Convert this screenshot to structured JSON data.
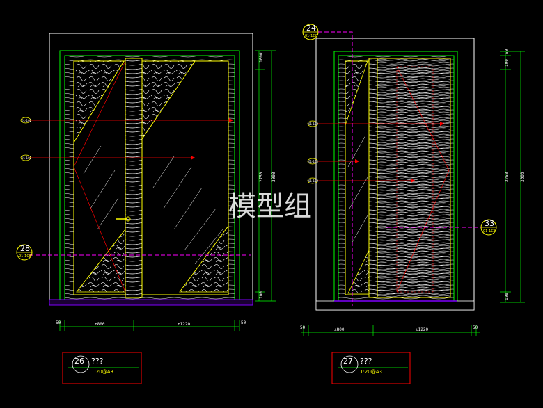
{
  "colors": {
    "background": "#000000",
    "outline": "#ffffff",
    "frame": "#00ff00",
    "panel": "#ffff00",
    "leader": "#ff0000",
    "section_line": "#ff00ff",
    "floor": "#8000ff"
  },
  "watermark": "模型组",
  "left_elevation": {
    "top_dims": [
      "1000",
      "3000",
      "2750"
    ],
    "bottom_dims": [
      "50",
      "±800",
      "±1220",
      "50"
    ],
    "side_small_dims": [
      "100"
    ],
    "tags": {
      "section": {
        "number": "28",
        "ref": "01-1C8"
      }
    },
    "small_tags": [
      "01-102",
      "01-102"
    ],
    "title_block": {
      "number": "26",
      "name": "???",
      "scale": "1:20@A3"
    }
  },
  "right_elevation": {
    "top_dims": [
      "50",
      "100",
      "3000",
      "2750"
    ],
    "bottom_dims": [
      "50",
      "±800",
      "±1220",
      "50"
    ],
    "side_small_dims": [
      "100"
    ],
    "tags": {
      "top": {
        "number": "24",
        "ref": "01-1C8"
      },
      "right": {
        "number": "33",
        "ref": "01-1C8"
      }
    },
    "small_tags": [
      "01-102",
      "01-102",
      "01-102"
    ],
    "title_block": {
      "number": "27",
      "name": "???",
      "scale": "1:20@A3"
    }
  }
}
